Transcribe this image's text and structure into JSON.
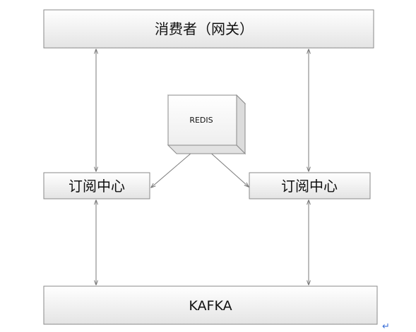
{
  "diagram": {
    "consumer": {
      "label": "消费者（网关）"
    },
    "redis": {
      "label": "REDIS"
    },
    "subscription_left": {
      "label": "订阅中心"
    },
    "subscription_right": {
      "label": "订阅中心"
    },
    "kafka": {
      "label": "KAFKA"
    },
    "paragraph_mark": "↵"
  },
  "colors": {
    "box_fill_top": "#ffffff",
    "box_fill_bottom": "#e6e6e6",
    "box_stroke": "#8a8a8a",
    "connector": "#7a7a7a",
    "cube_top": "#f4f4f4",
    "cube_side": "#dcdcdc",
    "paragraph_mark": "#3a6fd8"
  }
}
